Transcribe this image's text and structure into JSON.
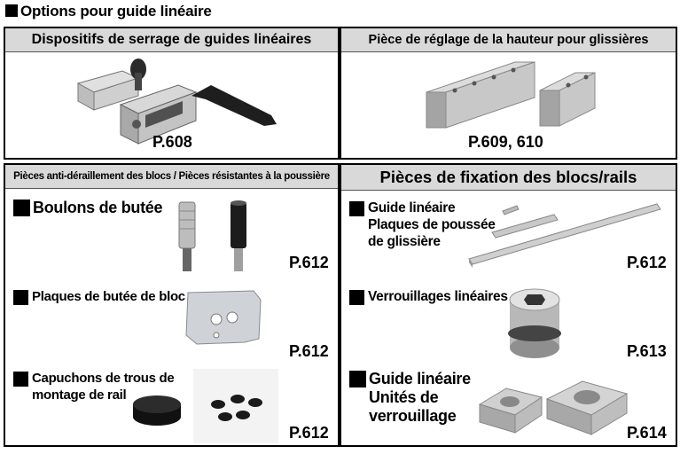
{
  "page_title": "Options pour guide linéaire",
  "top_left": {
    "header": "Dispositifs de serrage de guides linéaires",
    "ref": "P.608"
  },
  "top_right": {
    "header": "Pièce de réglage de la hauteur pour glissières",
    "ref": "P.609, 610"
  },
  "bottom_left": {
    "header": "Pièces anti-déraillement des blocs / Pièces résistantes à la poussière",
    "items": [
      {
        "label": "Boulons de butée",
        "ref": "P.612"
      },
      {
        "label": "Plaques de butée de bloc",
        "ref": "P.612"
      },
      {
        "label_lines": [
          "Capuchons de trous de",
          "montage de rail"
        ],
        "ref": "P.612"
      }
    ]
  },
  "bottom_right": {
    "header": "Pièces de fixation des blocs/rails",
    "items": [
      {
        "label_lines": [
          "Guide linéaire",
          "Plaques de poussée",
          "de glissière"
        ],
        "ref": "P.612"
      },
      {
        "label": "Verrouillages linéaires",
        "ref": "P.613"
      },
      {
        "label_lines": [
          "Guide linéaire",
          "Unités de",
          "verrouillage"
        ],
        "ref": "P.614"
      }
    ]
  }
}
